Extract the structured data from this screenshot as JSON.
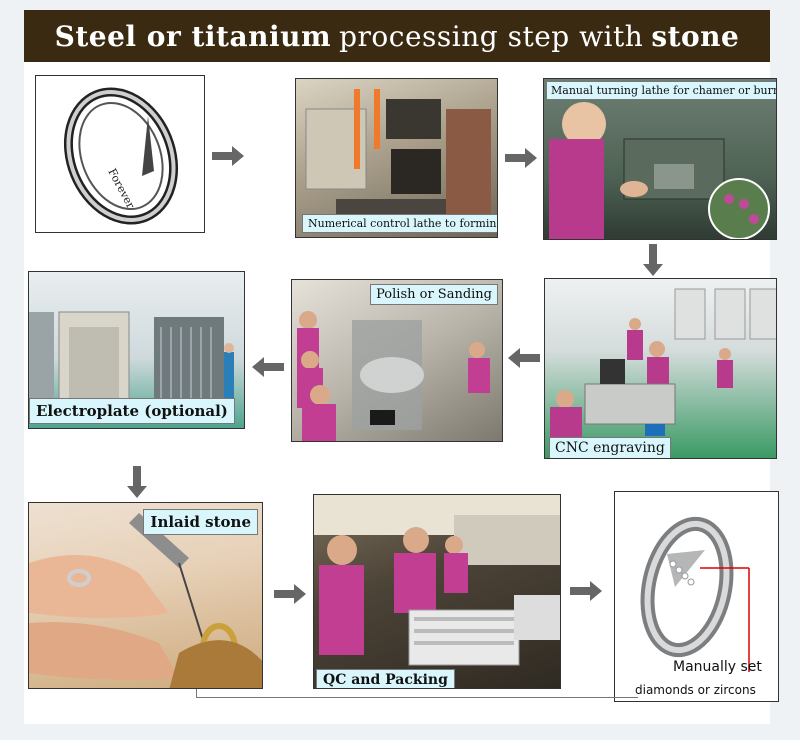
{
  "title": {
    "part1": "Steel or titanium",
    "part2": "processing step with",
    "part3": "stone"
  },
  "steps": {
    "numerical": "Numerical control lathe to forming",
    "manual_turning": "Manual turning lathe for chamer or burring",
    "polish": "Polish or Sanding",
    "cnc": "CNC engraving",
    "electroplate": "Electroplate (optional)",
    "inlaid": "Inlaid stone",
    "qc": "QC and Packing"
  },
  "final_note": {
    "line1": "Manually set",
    "line2": "diamonds or zircons"
  },
  "ring_engraving": "Forever"
}
